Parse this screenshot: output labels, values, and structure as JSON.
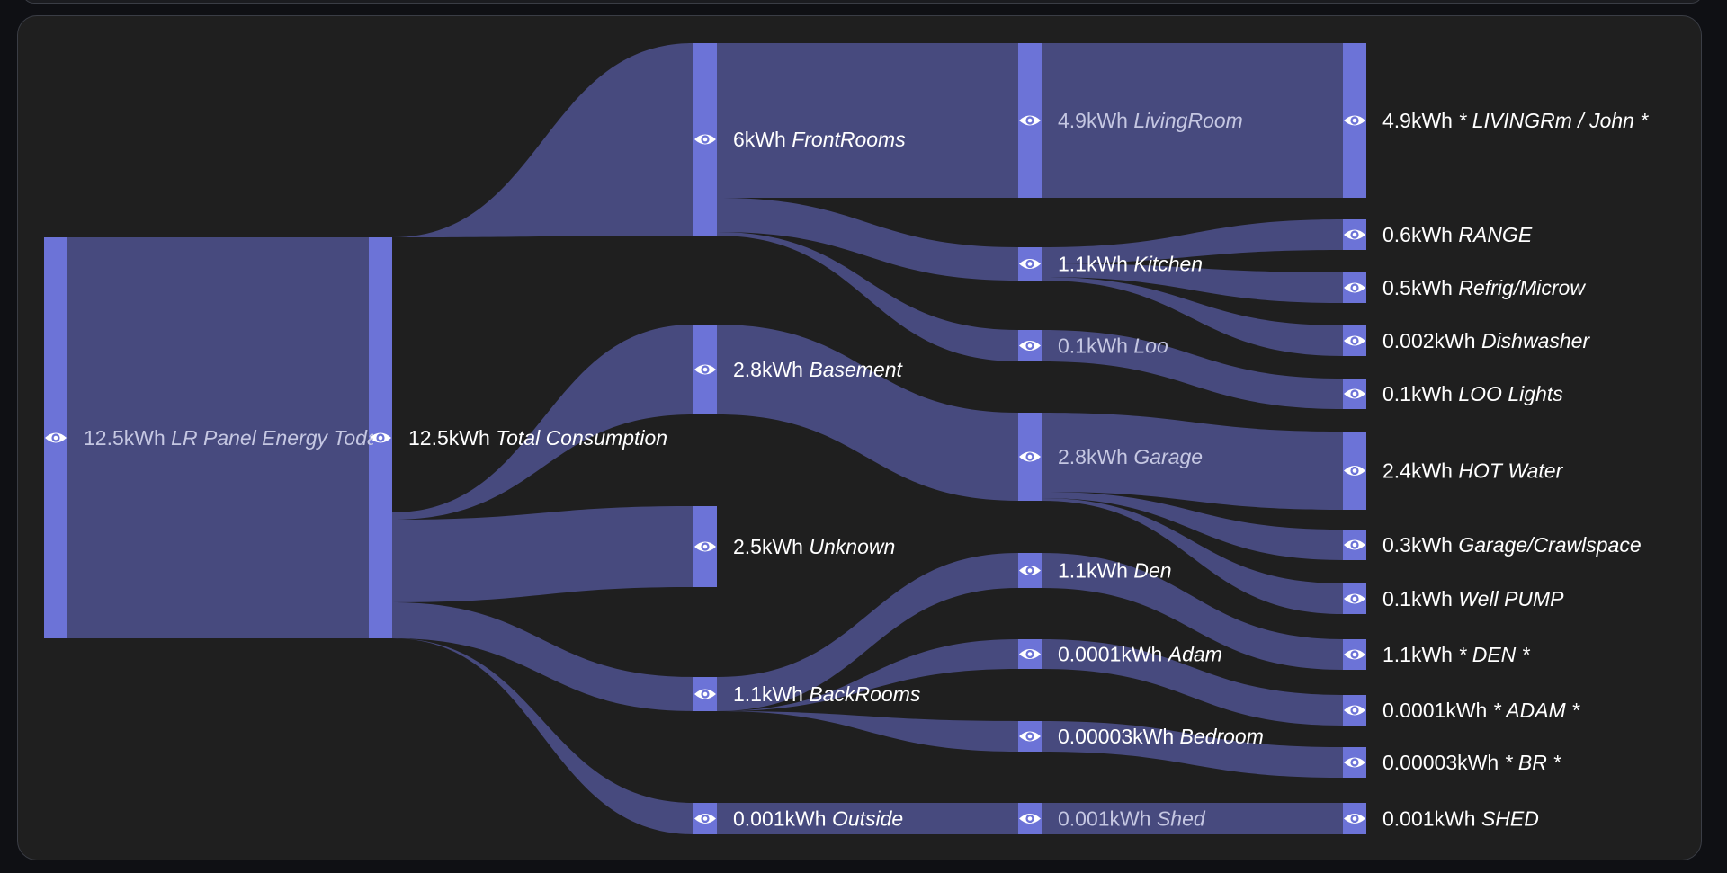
{
  "colors": {
    "node": "#6c73d7",
    "link": "#474a7e",
    "eye": "#ffffff",
    "label_default": "#c5c7e2",
    "label_bright": "#ffffff"
  },
  "icons": {
    "node_toggle": "eye-icon"
  },
  "columns": [
    [
      {
        "id": "lr_panel",
        "value": "12.5kWh",
        "name": "LR Panel Energy Today"
      }
    ],
    [
      {
        "id": "total",
        "value": "12.5kWh",
        "name": "Total Consumption"
      }
    ],
    [
      {
        "id": "frontrooms",
        "value": "6kWh",
        "name": "FrontRooms"
      },
      {
        "id": "basement",
        "value": "2.8kWh",
        "name": "Basement"
      },
      {
        "id": "unknown",
        "value": "2.5kWh",
        "name": "Unknown"
      },
      {
        "id": "backrooms",
        "value": "1.1kWh",
        "name": "BackRooms"
      },
      {
        "id": "outside",
        "value": "0.001kWh",
        "name": "Outside"
      }
    ],
    [
      {
        "id": "livingroom",
        "value": "4.9kWh",
        "name": "LivingRoom"
      },
      {
        "id": "kitchen",
        "value": "1.1kWh",
        "name": "Kitchen"
      },
      {
        "id": "loo",
        "value": "0.1kWh",
        "name": "Loo"
      },
      {
        "id": "garage",
        "value": "2.8kWh",
        "name": "Garage"
      },
      {
        "id": "den",
        "value": "1.1kWh",
        "name": "Den"
      },
      {
        "id": "adam",
        "value": "0.0001kWh",
        "name": "Adam"
      },
      {
        "id": "bedroom",
        "value": "0.00003kWh",
        "name": "Bedroom"
      },
      {
        "id": "shed",
        "value": "0.001kWh",
        "name": "Shed"
      }
    ],
    [
      {
        "id": "livingrm_john",
        "value": "4.9kWh",
        "name": "* LIVINGRm / John *"
      },
      {
        "id": "range",
        "value": "0.6kWh",
        "name": "RANGE"
      },
      {
        "id": "refrig",
        "value": "0.5kWh",
        "name": "Refrig/Microw"
      },
      {
        "id": "dishwasher",
        "value": "0.002kWh",
        "name": "Dishwasher"
      },
      {
        "id": "loo_lights",
        "value": "0.1kWh",
        "name": "LOO Lights"
      },
      {
        "id": "hot_water",
        "value": "2.4kWh",
        "name": "HOT Water"
      },
      {
        "id": "garage_crawl",
        "value": "0.3kWh",
        "name": "Garage/Crawlspace"
      },
      {
        "id": "well_pump",
        "value": "0.1kWh",
        "name": "Well PUMP"
      },
      {
        "id": "den_leaf",
        "value": "1.1kWh",
        "name": "* DEN *"
      },
      {
        "id": "adam_leaf",
        "value": "0.0001kWh",
        "name": "* ADAM *"
      },
      {
        "id": "br_leaf",
        "value": "0.00003kWh",
        "name": "* BR *"
      },
      {
        "id": "shed_leaf",
        "value": "0.001kWh",
        "name": "SHED"
      }
    ]
  ],
  "flows": [
    {
      "source": "lr_panel",
      "target": "total",
      "kwh": 12.5
    },
    {
      "source": "total",
      "target": "frontrooms",
      "kwh": 6
    },
    {
      "source": "total",
      "target": "basement",
      "kwh": 2.8
    },
    {
      "source": "total",
      "target": "unknown",
      "kwh": 2.5
    },
    {
      "source": "total",
      "target": "backrooms",
      "kwh": 1.1
    },
    {
      "source": "total",
      "target": "outside",
      "kwh": 0.001
    },
    {
      "source": "frontrooms",
      "target": "livingroom",
      "kwh": 4.9
    },
    {
      "source": "frontrooms",
      "target": "kitchen",
      "kwh": 1.1
    },
    {
      "source": "frontrooms",
      "target": "loo",
      "kwh": 0.1
    },
    {
      "source": "basement",
      "target": "garage",
      "kwh": 2.8
    },
    {
      "source": "backrooms",
      "target": "den",
      "kwh": 1.1
    },
    {
      "source": "backrooms",
      "target": "adam",
      "kwh": 0.0001
    },
    {
      "source": "backrooms",
      "target": "bedroom",
      "kwh": 3e-05
    },
    {
      "source": "outside",
      "target": "shed",
      "kwh": 0.001
    },
    {
      "source": "livingroom",
      "target": "livingrm_john",
      "kwh": 4.9
    },
    {
      "source": "kitchen",
      "target": "range",
      "kwh": 0.6
    },
    {
      "source": "kitchen",
      "target": "refrig",
      "kwh": 0.5
    },
    {
      "source": "kitchen",
      "target": "dishwasher",
      "kwh": 0.002
    },
    {
      "source": "loo",
      "target": "loo_lights",
      "kwh": 0.1
    },
    {
      "source": "garage",
      "target": "hot_water",
      "kwh": 2.4
    },
    {
      "source": "garage",
      "target": "garage_crawl",
      "kwh": 0.3
    },
    {
      "source": "garage",
      "target": "well_pump",
      "kwh": 0.1
    },
    {
      "source": "den",
      "target": "den_leaf",
      "kwh": 1.1
    },
    {
      "source": "adam",
      "target": "adam_leaf",
      "kwh": 0.0001
    },
    {
      "source": "bedroom",
      "target": "br_leaf",
      "kwh": 3e-05
    },
    {
      "source": "shed",
      "target": "shed_leaf",
      "kwh": 0.001
    }
  ]
}
